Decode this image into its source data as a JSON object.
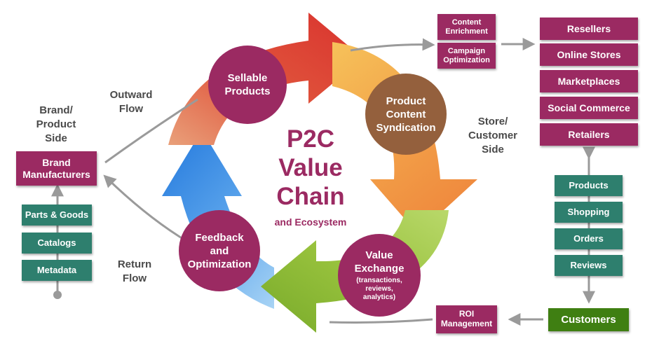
{
  "diagram": {
    "title": "P2C\nValue\nChain",
    "subtitle": "and Ecosystem",
    "stages": {
      "sellable": "Sellable\nProducts",
      "syndication": "Product\nContent\nSyndication",
      "exchange": "Value\nExchange",
      "exchange_detail": "(transactions,\nreviews,\nanalytics)",
      "feedback": "Feedback\nand\nOptimization"
    },
    "left": {
      "side_label": "Brand/\nProduct\nSide",
      "outward": "Outward\nFlow",
      "return": "Return\nFlow",
      "manufacturer": "Brand\nManufacturers",
      "inputs": [
        "Parts & Goods",
        "Catalogs",
        "Metadata"
      ]
    },
    "right": {
      "side_label": "Store/\nCustomer\nSide",
      "content_enrichment": "Content\nEnrichment",
      "campaign": "Campaign\nOptimization",
      "roi": "ROI\nManagement",
      "channels": [
        "Resellers",
        "Online Stores",
        "Marketplaces",
        "Social Commerce",
        "Retailers"
      ],
      "activities": [
        "Products",
        "Shopping",
        "Orders",
        "Reviews"
      ],
      "customers": "Customers"
    },
    "colors": {
      "magenta": "#9b2a62",
      "teal": "#2e7f6e",
      "green": "#3f7f12",
      "brown": "#94603d",
      "arrow_red": "#e14a35",
      "arrow_orange": "#f29a40",
      "arrow_lime": "#9ec43c",
      "arrow_blue": "#3e8fe3",
      "connector": "#9a9a9a"
    }
  }
}
